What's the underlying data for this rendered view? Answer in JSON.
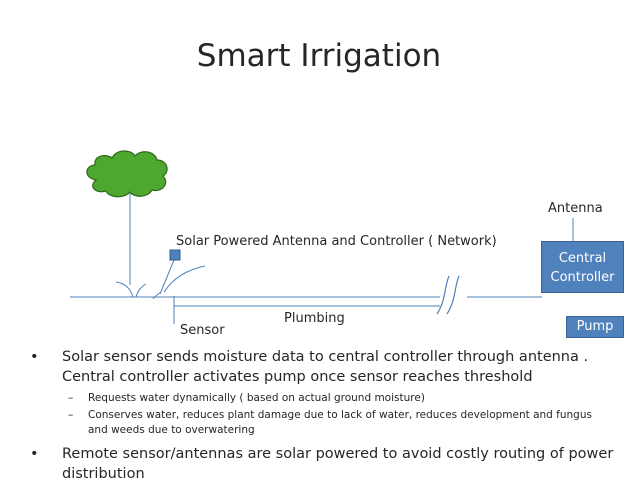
{
  "title": "Smart Irrigation",
  "diagram": {
    "antenna_label": "Antenna",
    "network_label": "Solar Powered Antenna and Controller ( Network)",
    "controller_label_line1": "Central",
    "controller_label_line2": "Controller",
    "pump_label": "Pump",
    "plumbing_label": "Plumbing",
    "sensor_label": "Sensor",
    "colors": {
      "box_fill": "#4f81bd",
      "tree_fill": "#4ea72e",
      "line": "#4f81bd"
    }
  },
  "bullets": [
    {
      "marker": "•",
      "text": "Solar sensor sends moisture data to central controller through antenna . Central controller activates pump once sensor reaches threshold",
      "sub": [
        {
          "marker": "–",
          "text": "Requests  water  dynamically ( based on actual ground moisture)"
        },
        {
          "marker": "–",
          "text": "Conserves water, reduces plant damage due to lack of water, reduces development and fungus and weeds due to overwatering"
        }
      ]
    },
    {
      "marker": "•",
      "text": "Remote sensor/antennas are solar powered to avoid costly routing of power distribution",
      "sub": []
    }
  ]
}
